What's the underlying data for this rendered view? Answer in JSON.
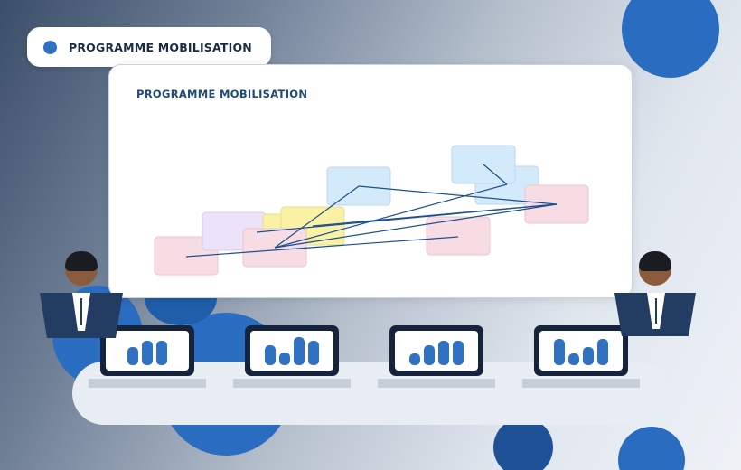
{
  "header": {
    "title": "PROGRAMME MOBILISATION"
  },
  "board": {
    "title": "PROGRAMME MOBILISATION"
  },
  "colors": {
    "accent": "#2f72c4",
    "dark_blue": "#1b4f8e",
    "note_pink": "#f7dde3",
    "note_blue": "#d3eafb",
    "note_yellow": "#faf1a5",
    "note_lavender": "#ece2f9"
  },
  "laptops": [
    {
      "bars": [
        0.55,
        0.75,
        0.75
      ]
    },
    {
      "bars": [
        0.6,
        0.4,
        0.85,
        0.75
      ]
    },
    {
      "bars": [
        0.35,
        0.6,
        0.75,
        0.75
      ]
    },
    {
      "bars": [
        0.8,
        0.35,
        0.55,
        0.8
      ]
    }
  ]
}
